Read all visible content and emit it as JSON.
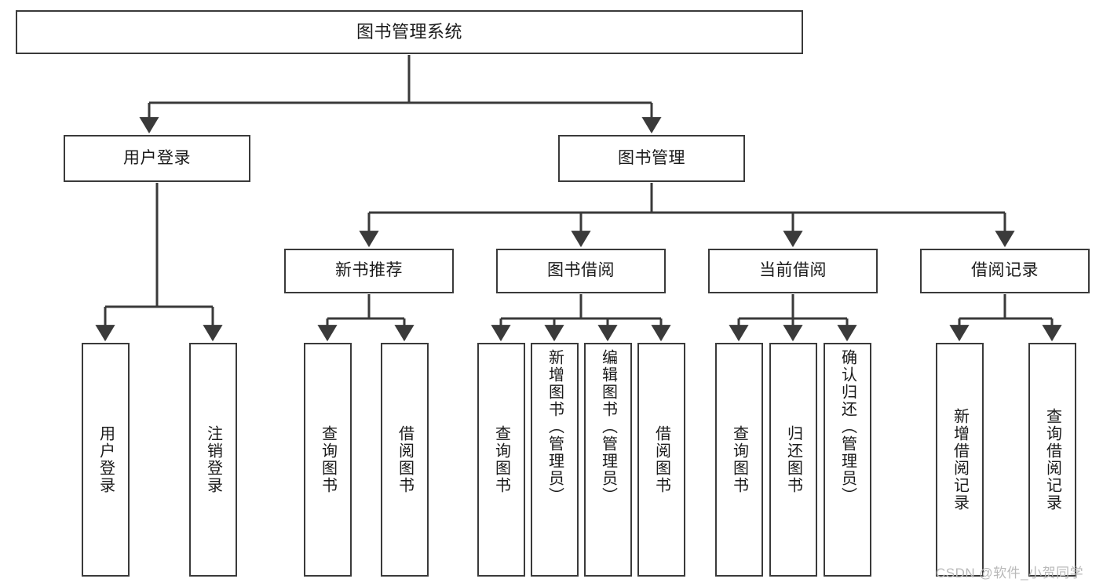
{
  "diagram": {
    "title_node": {
      "label": "图书管理系统"
    },
    "level2": [
      {
        "id": "user-login",
        "label": "用户登录"
      },
      {
        "id": "book-management",
        "label": "图书管理"
      }
    ],
    "level3": [
      {
        "id": "new-book-recommend",
        "label": "新书推荐"
      },
      {
        "id": "book-borrow",
        "label": "图书借阅"
      },
      {
        "id": "current-borrow",
        "label": "当前借阅"
      },
      {
        "id": "borrow-record",
        "label": "借阅记录"
      }
    ],
    "leaves": [
      {
        "id": "leaf-user-login",
        "label": "用户登录",
        "parent": "user-login"
      },
      {
        "id": "leaf-logout-login",
        "label": "注销登录",
        "parent": "user-login"
      },
      {
        "id": "leaf-query-book-1",
        "label": "查询图书",
        "parent": "new-book-recommend"
      },
      {
        "id": "leaf-borrow-book-1",
        "label": "借阅图书",
        "parent": "new-book-recommend"
      },
      {
        "id": "leaf-query-book-2",
        "label": "查询图书",
        "parent": "book-borrow"
      },
      {
        "id": "leaf-add-book",
        "label": "新增图书（管理员）",
        "parent": "book-borrow"
      },
      {
        "id": "leaf-edit-book",
        "label": "编辑图书（管理员）",
        "parent": "book-borrow"
      },
      {
        "id": "leaf-borrow-book-2",
        "label": "借阅图书",
        "parent": "book-borrow"
      },
      {
        "id": "leaf-query-book-3",
        "label": "查询图书",
        "parent": "current-borrow"
      },
      {
        "id": "leaf-return-book",
        "label": "归还图书",
        "parent": "current-borrow"
      },
      {
        "id": "leaf-confirm-return",
        "label": "确认归还（管理员）",
        "parent": "current-borrow"
      },
      {
        "id": "leaf-add-record",
        "label": "新增借阅记录",
        "parent": "borrow-record"
      },
      {
        "id": "leaf-query-record",
        "label": "查询借阅记录",
        "parent": "borrow-record"
      }
    ]
  },
  "watermark": {
    "text": "CSDN @软件_小贺同学"
  },
  "colors": {
    "stroke": "#3a3a3a",
    "text": "#1a1a1a",
    "background": "#ffffff",
    "watermark": "#b9b9b9"
  }
}
